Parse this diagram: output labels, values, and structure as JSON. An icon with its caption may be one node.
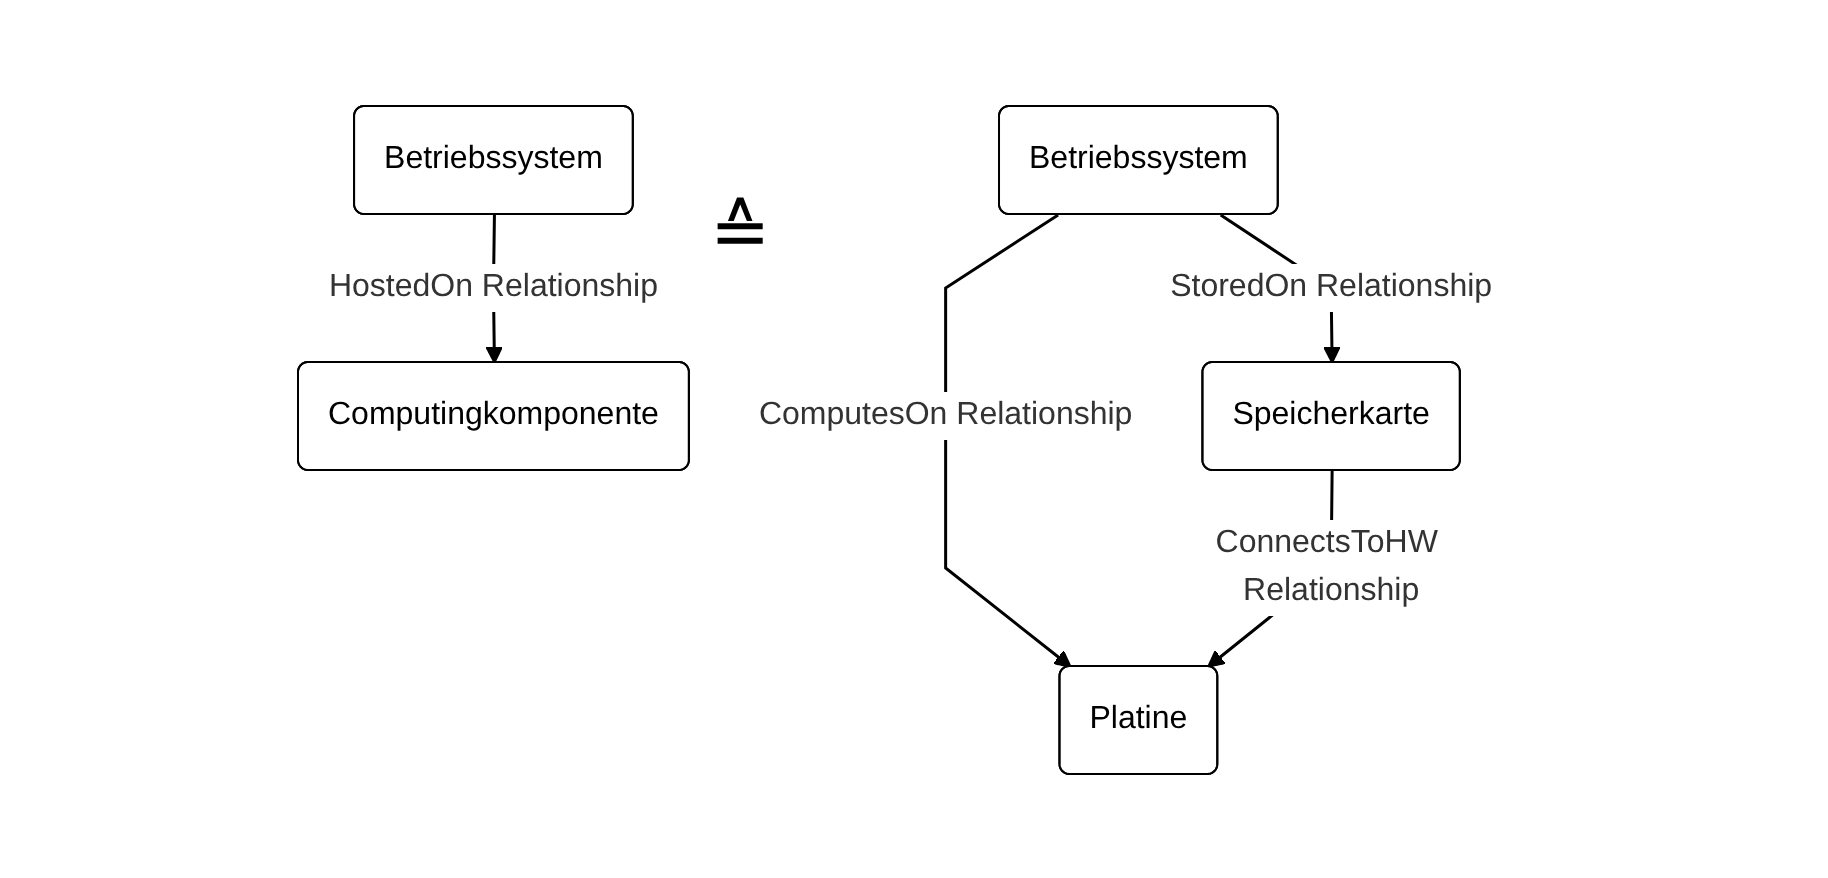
{
  "diagram": {
    "nodes": [
      {
        "text": [
          "Betriebssystem"
        ]
      },
      {
        "text": [
          "Computingkomponente"
        ]
      },
      {
        "text": [
          "Betriebssystem"
        ]
      },
      {
        "text": [
          "Speicherkarte"
        ]
      },
      {
        "text": [
          "Platine"
        ]
      }
    ],
    "edges": [
      {
        "from": 0,
        "to": 1,
        "arrow": "to",
        "label": "HostedOn Relationship"
      },
      {
        "from": 2,
        "to": 3,
        "arrow": "to",
        "label": "StoredOn Relationship"
      },
      {
        "from": 2,
        "to": 4,
        "arrow": "to",
        "label": "ComputesOn Relationship"
      },
      {
        "from": 3,
        "to": 4,
        "arrow": "to",
        "label": "ConnectsToHW Relationship"
      }
    ],
    "labels": [
      "≙"
    ]
  }
}
